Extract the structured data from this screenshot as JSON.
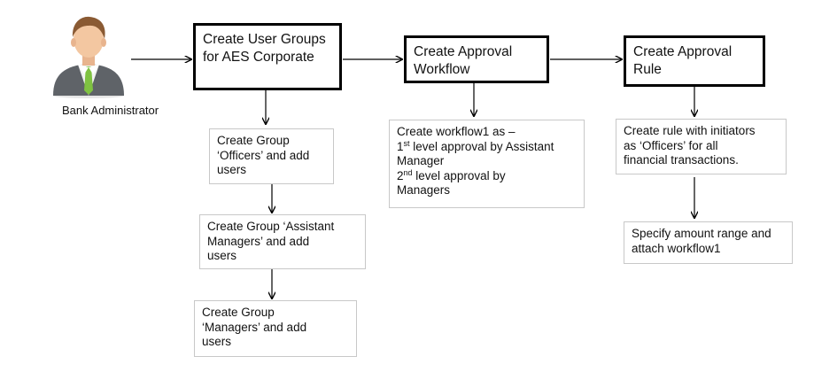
{
  "actor": {
    "label": "Bank Administrator",
    "icon": "user-avatar-icon"
  },
  "main_steps": [
    {
      "lines": [
        "Create User Groups",
        "for AES Corporate"
      ]
    },
    {
      "lines": [
        "Create Approval",
        "Workflow"
      ]
    },
    {
      "lines": [
        "Create Approval",
        "Rule"
      ]
    }
  ],
  "group_steps": [
    {
      "lines": [
        "Create Group",
        "‘Officers’ and add",
        "users"
      ]
    },
    {
      "lines": [
        "Create Group ‘Assistant",
        "Managers’ and add",
        "users"
      ]
    },
    {
      "lines": [
        "Create Group",
        "‘Managers’ and add",
        "users"
      ]
    }
  ],
  "workflow_detail": {
    "line1": "Create workflow1 as –",
    "level1_num": "1",
    "level1_sup": "st",
    "level1_text": " level approval by Assistant",
    "line3": "Manager",
    "level2_num": "2",
    "level2_sup": "nd",
    "level2_text": " level approval by",
    "line5": "Managers"
  },
  "rule_steps": [
    {
      "lines": [
        "Create rule with initiators",
        "as ‘Officers’ for all",
        "financial transactions."
      ]
    },
    {
      "lines": [
        "Specify amount range and",
        "attach workflow1"
      ]
    }
  ],
  "colors": {
    "main_border": "#000000",
    "sub_border": "#c8c8c8",
    "arrow": "#000000",
    "shirt": "#f2f2f2",
    "tie": "#7fc241",
    "suit": "#5f6368",
    "skin": "#f3c7a1",
    "hair": "#8a5a33"
  }
}
